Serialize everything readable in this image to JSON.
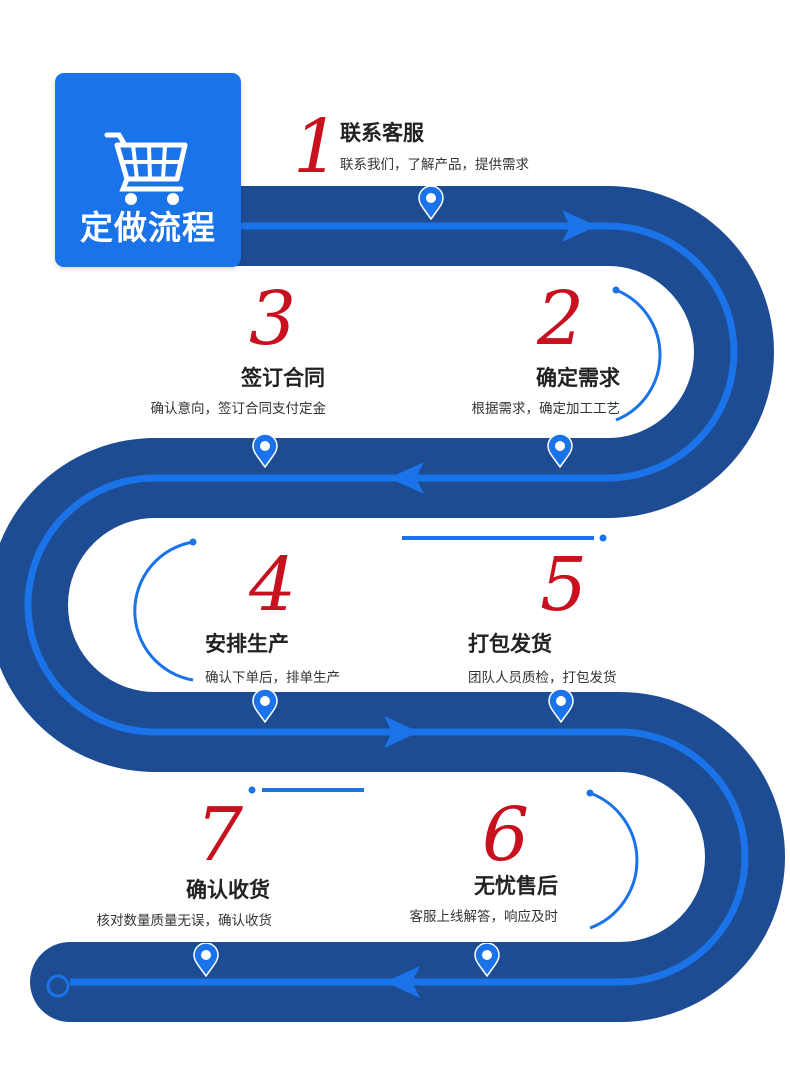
{
  "header": {
    "title": "定做流程",
    "icon": "shopping-cart-icon"
  },
  "colors": {
    "road": "#1e4c93",
    "line": "#1a73e8",
    "number": "#c8101e",
    "text": "#222222"
  },
  "steps": [
    {
      "num": "1",
      "title": "联系客服",
      "desc": "联系我们，了解产品，提供需求"
    },
    {
      "num": "2",
      "title": "确定需求",
      "desc": "根据需求，确定加工工艺"
    },
    {
      "num": "3",
      "title": "签订合同",
      "desc": "确认意向，签订合同支付定金"
    },
    {
      "num": "4",
      "title": "安排生产",
      "desc": "确认下单后，排单生产"
    },
    {
      "num": "5",
      "title": "打包发货",
      "desc": "团队人员质检，打包发货"
    },
    {
      "num": "6",
      "title": "无忧售后",
      "desc": "客服上线解答，响应及时"
    },
    {
      "num": "7",
      "title": "确认收货",
      "desc": "核对数量质量无误，确认收货"
    }
  ]
}
